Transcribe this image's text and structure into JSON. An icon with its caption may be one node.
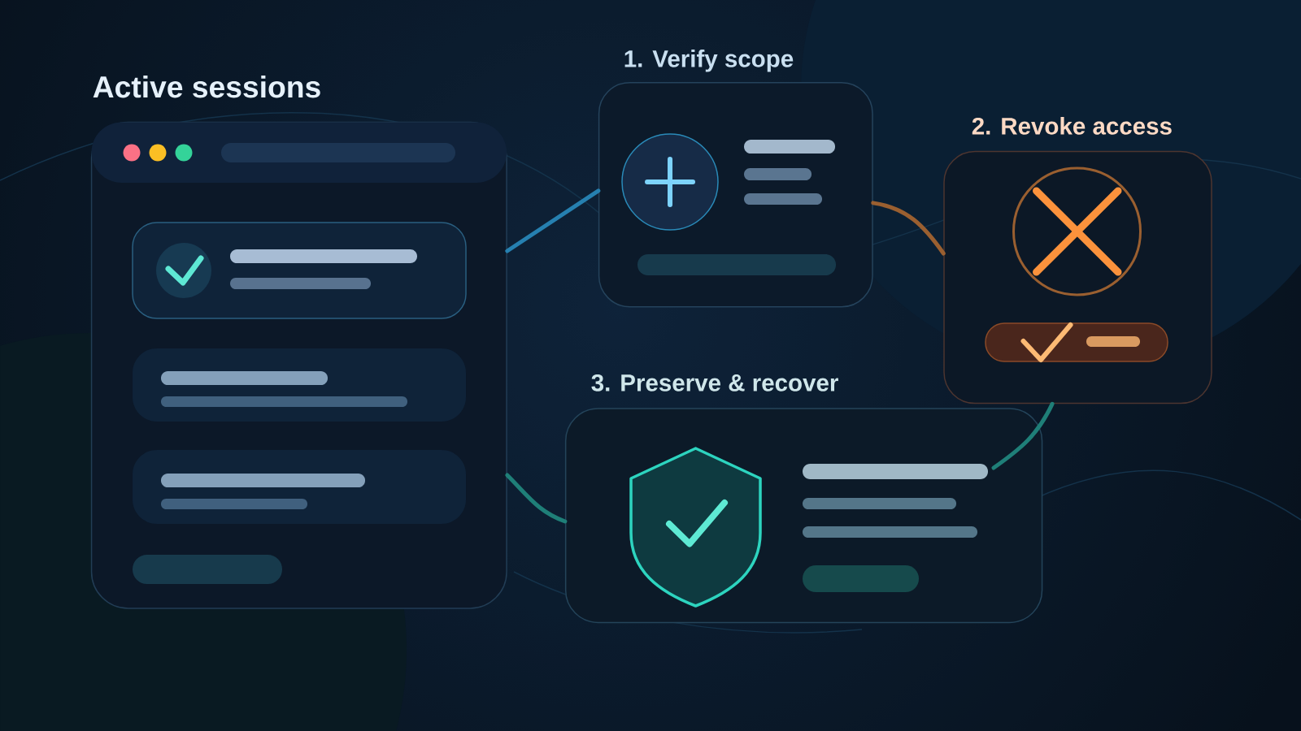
{
  "diagram": {
    "nodes": [
      {
        "text": [
          "Active sessions"
        ]
      },
      {
        "text": [
          "1. Verify scope"
        ]
      },
      {
        "text": [
          "2. Revoke access"
        ]
      },
      {
        "text": [
          "3. Preserve & recover"
        ]
      }
    ],
    "edges": [
      {
        "from": 0,
        "to": 1,
        "arrow": "none",
        "color": "#2680b0"
      },
      {
        "from": 1,
        "to": 2,
        "arrow": "none",
        "color": "#9a5f30"
      },
      {
        "from": 2,
        "to": 3,
        "arrow": "none"
      },
      {
        "from": 0,
        "to": 3,
        "arrow": "none"
      }
    ]
  }
}
